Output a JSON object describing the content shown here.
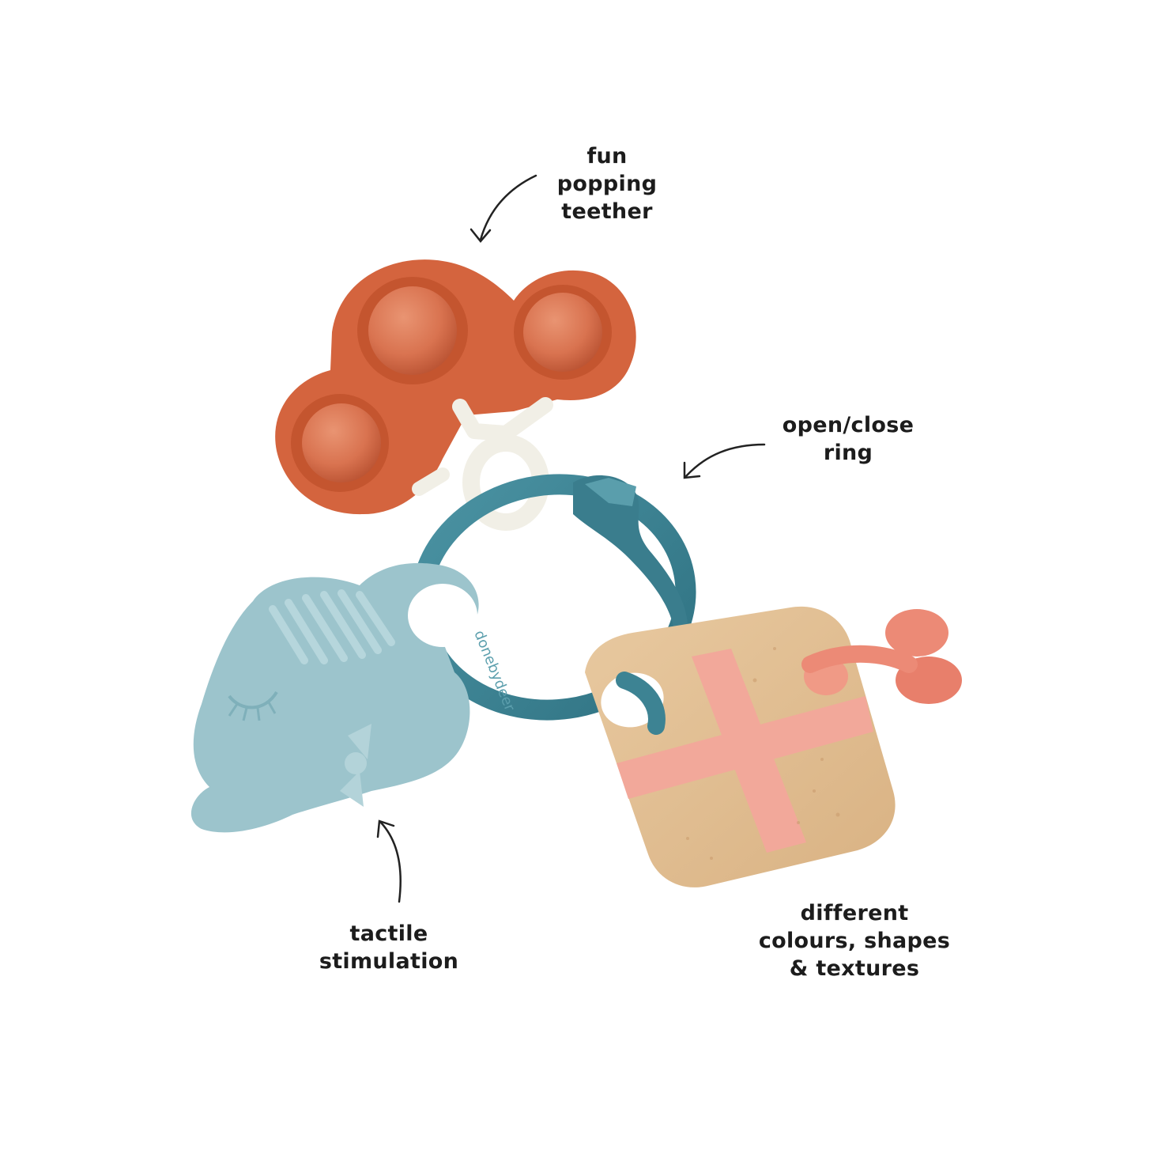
{
  "callouts": {
    "fun_popping_teether": [
      "fun",
      "popping",
      "teether"
    ],
    "open_close_ring": [
      "open/close",
      "ring"
    ],
    "tactile_stimulation": [
      "tactile",
      "stimulation"
    ],
    "different_textures": [
      "different",
      "colours, shapes",
      "& textures"
    ]
  },
  "ring_brand_text": "donebydeer",
  "colors": {
    "background": "#ffffff",
    "popper_orange": "#d4643e",
    "popper_bubble": "#df7a50",
    "connector_white": "#f1efe6",
    "ring_teal": "#3d8393",
    "elephant_blue": "#9cc4cc",
    "wood": "#e2bf93",
    "cross_pink": "#f2a89a",
    "tag_coral": "#ec8a76",
    "text": "#1c1c1c"
  },
  "icons": [
    "arrow-icon"
  ]
}
